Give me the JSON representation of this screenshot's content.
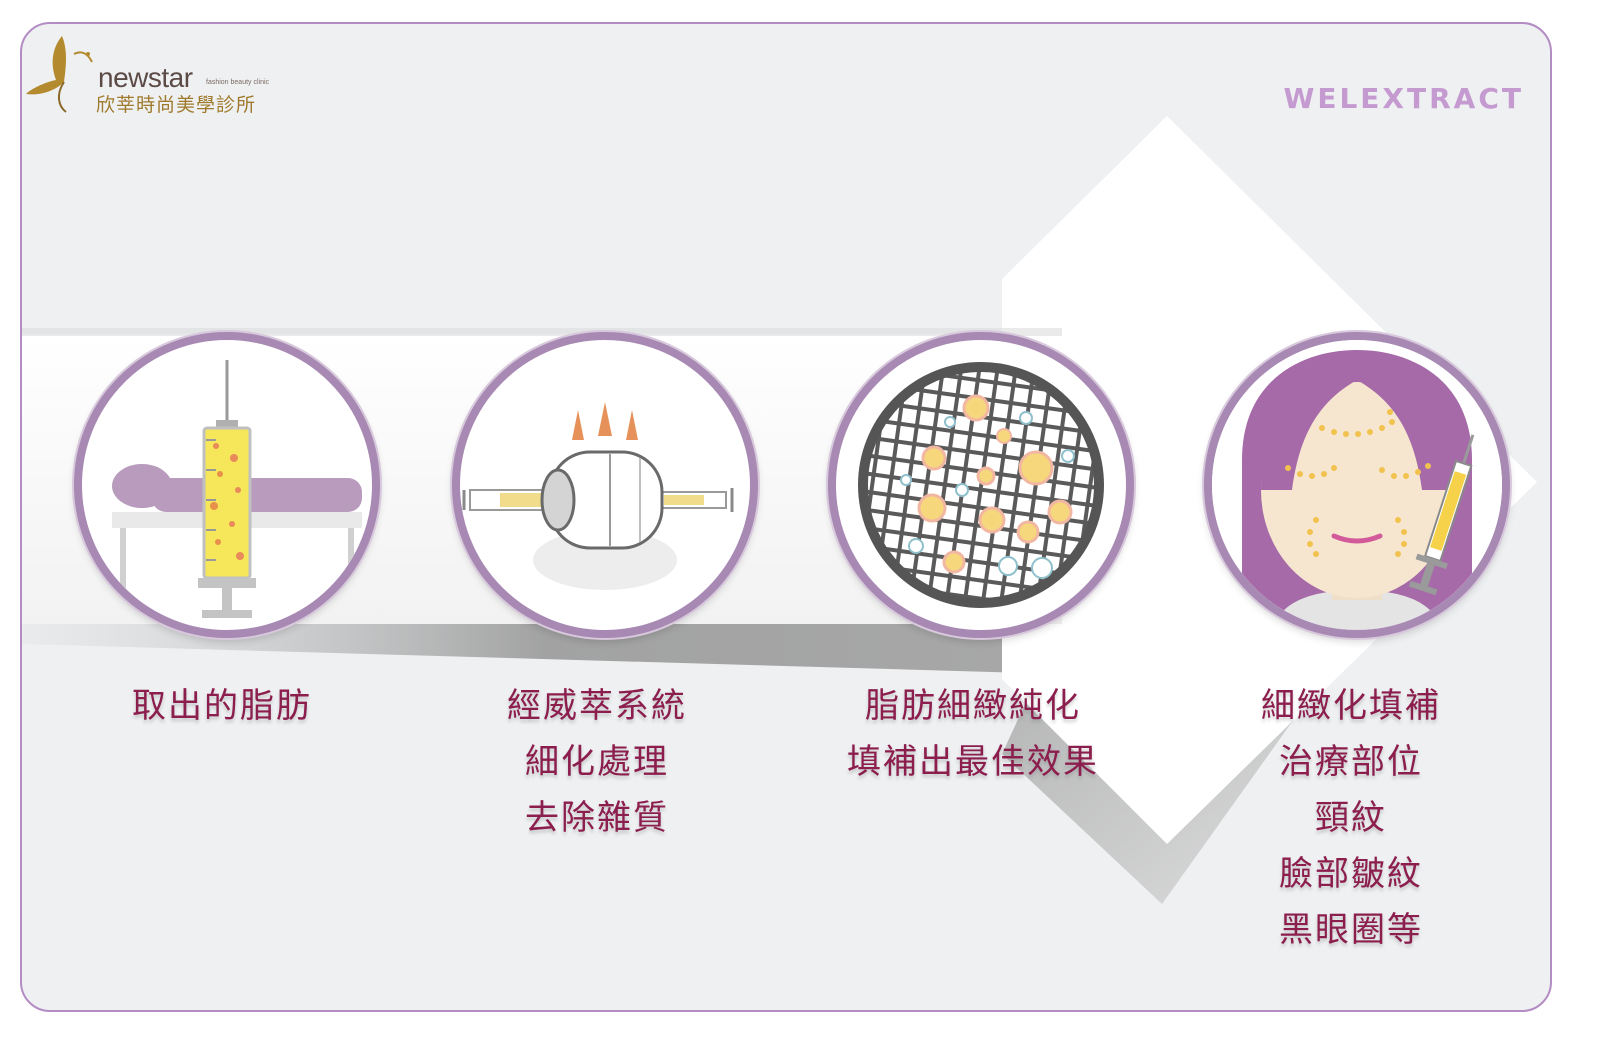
{
  "logo": {
    "name": "newstar",
    "tagline": "fashion beauty clinic",
    "chinese_name": "欣莘時尚美學診所",
    "icon": "butterfly-face-logo"
  },
  "brand": "WELEXTRACT",
  "steps": [
    {
      "icon": "syringe-fat-extraction-icon",
      "lines": [
        "取出的脂肪"
      ]
    },
    {
      "icon": "welextract-system-device-icon",
      "lines": [
        "經威萃系統",
        "細化處理",
        "去除雜質"
      ]
    },
    {
      "icon": "fat-filtration-mesh-icon",
      "lines": [
        "脂肪細緻純化",
        "填補出最佳效果"
      ]
    },
    {
      "icon": "face-filling-injection-icon",
      "lines": [
        "細緻化填補",
        "治療部位",
        "頸紋",
        "臉部皺紋",
        "黑眼圈等"
      ]
    }
  ],
  "colors": {
    "frame": "#b48cc4",
    "circle_border": "#a789b3",
    "label": "#8c1e4e",
    "brand": "#c49ad0",
    "logo_gold": "#a07a2c"
  }
}
